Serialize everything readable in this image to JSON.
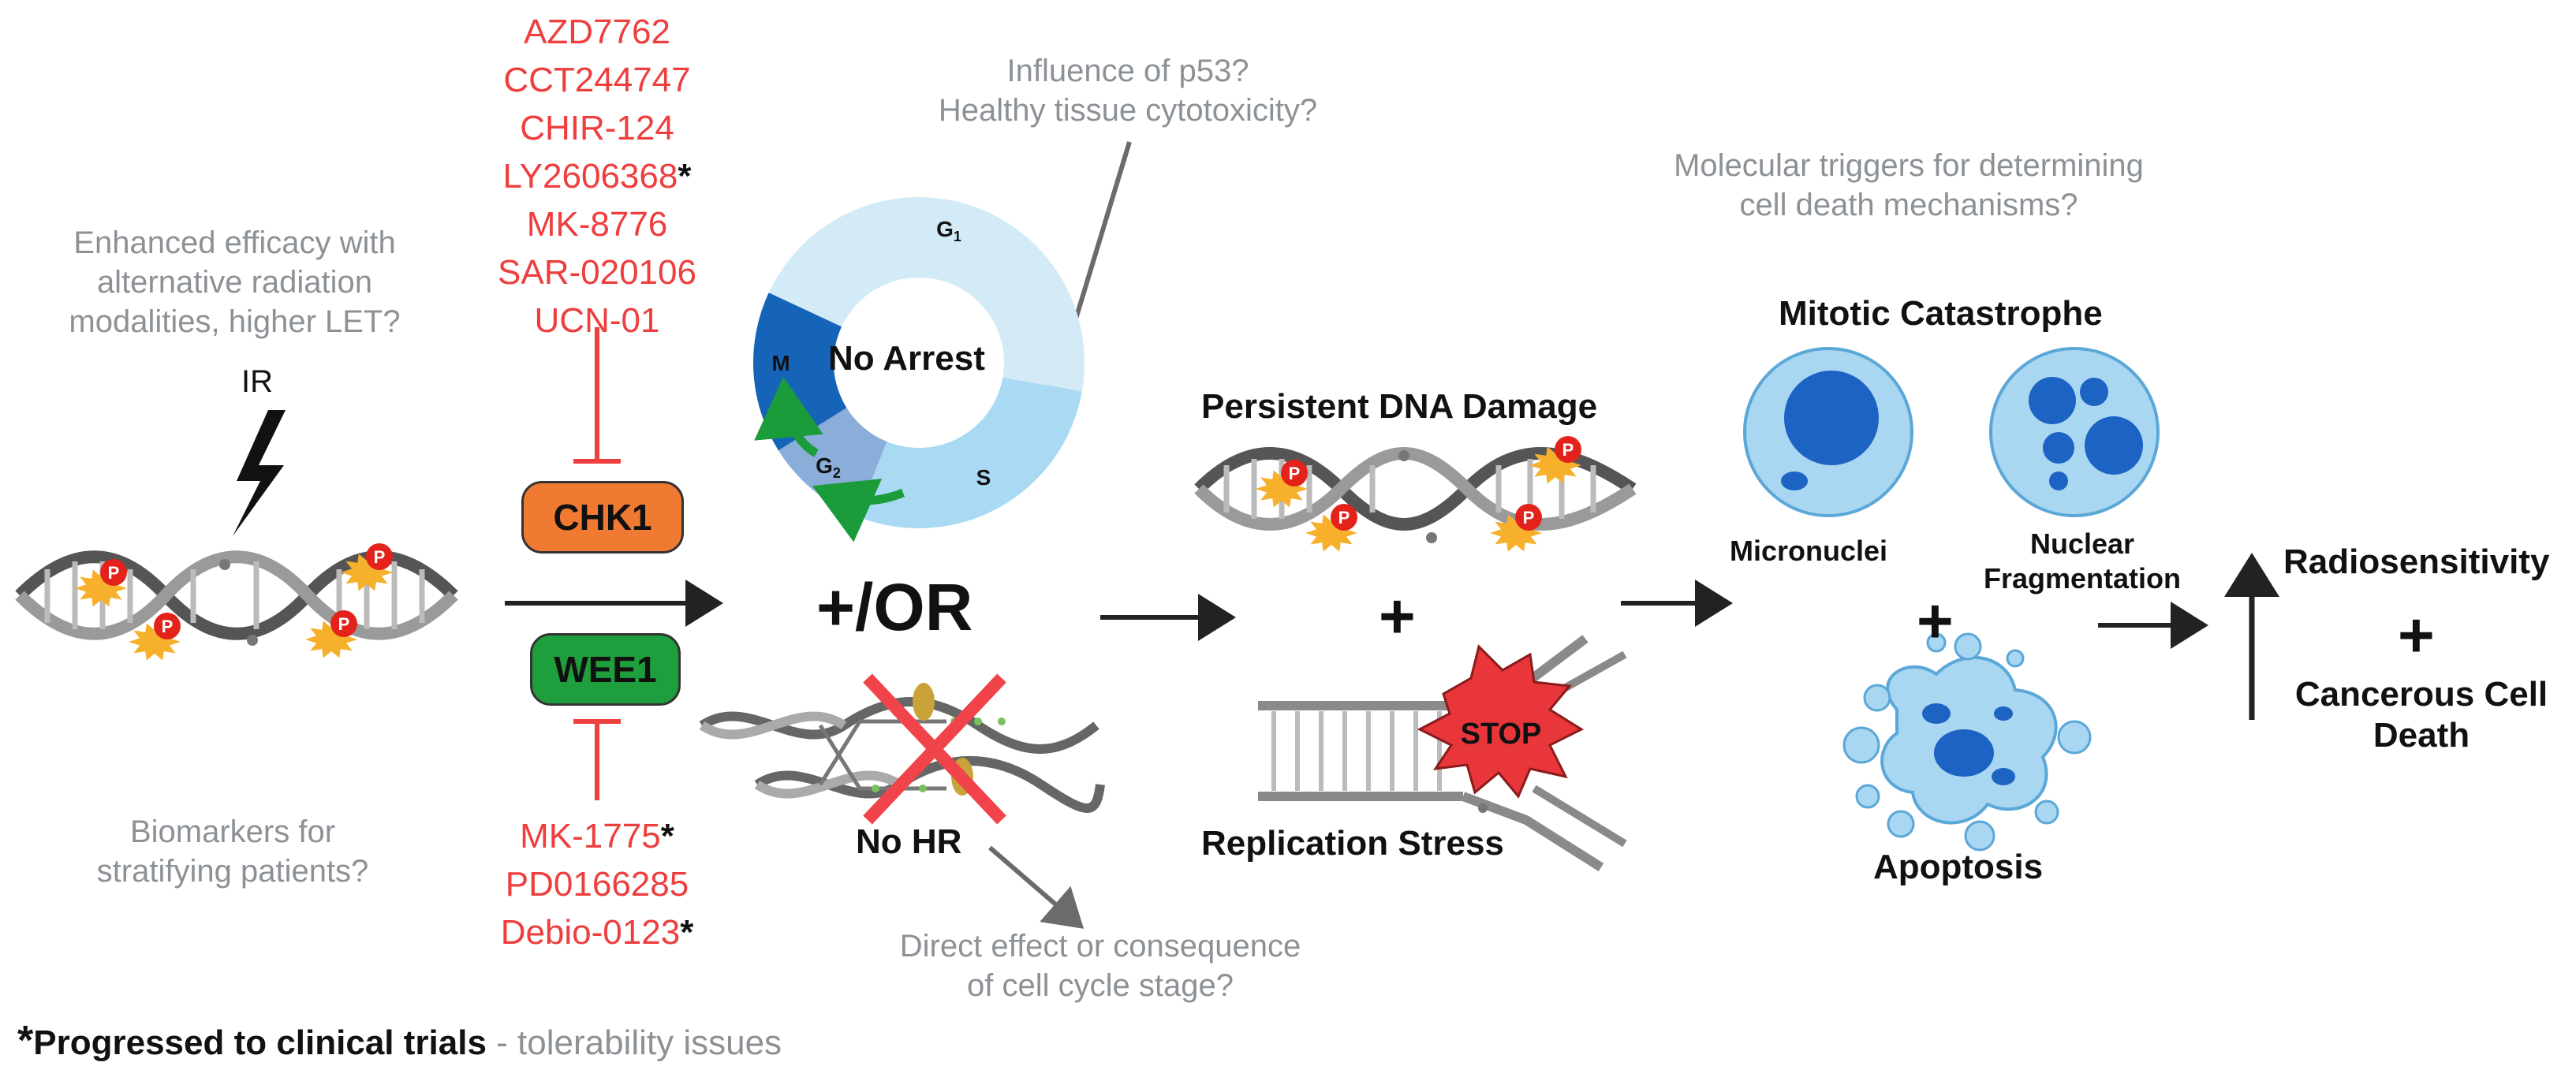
{
  "questions": {
    "radiation": [
      "Enhanced efficacy with",
      "alternative radiation",
      "modalities, higher LET?"
    ],
    "biomarkers": [
      "Biomarkers for",
      "stratifying patients?"
    ],
    "p53": [
      "Influence of p53?",
      "Healthy tissue cytotoxicity?"
    ],
    "molecular": [
      "Molecular triggers for determining",
      "cell death mechanisms?"
    ],
    "direct": [
      "Direct effect or consequence",
      "of cell cycle stage?"
    ]
  },
  "ir_label": "IR",
  "chk1": {
    "label": "CHK1",
    "color": "#f07a32",
    "inhibitors": [
      {
        "name": "AZD7762",
        "star": ""
      },
      {
        "name": "CCT244747",
        "star": ""
      },
      {
        "name": "CHIR-124",
        "star": ""
      },
      {
        "name": "LY2606368",
        "star": "*"
      },
      {
        "name": "MK-8776",
        "star": ""
      },
      {
        "name": "SAR-020106",
        "star": ""
      },
      {
        "name": "UCN-01",
        "star": ""
      }
    ]
  },
  "wee1": {
    "label": "WEE1",
    "color": "#1f9e3d",
    "inhibitors": [
      {
        "name": "MK-1775",
        "star": "*"
      },
      {
        "name": "PD0166285",
        "star": ""
      },
      {
        "name": "Debio-0123",
        "star": "*"
      }
    ]
  },
  "cell_cycle": {
    "center_label": "No Arrest",
    "phases": [
      {
        "label": "G",
        "sub": "1"
      },
      {
        "label": "S",
        "sub": ""
      },
      {
        "label": "G",
        "sub": "2"
      },
      {
        "label": "M",
        "sub": ""
      }
    ]
  },
  "and_or": "+/OR",
  "no_hr": "No HR",
  "dna_damage": "Persistent DNA Damage",
  "replication_stress": "Replication Stress",
  "stop": "STOP",
  "plus": "+",
  "phospho": "P",
  "mitotic_catastrophe": "Mitotic Catastrophe",
  "micronuclei": "Micronuclei",
  "nuclear_fragmentation": [
    "Nuclear",
    "Fragmentation"
  ],
  "apoptosis": "Apoptosis",
  "outcome": {
    "radiosensitivity": "Radiosensitivity",
    "death": [
      "Cancerous Cell",
      "Death"
    ]
  },
  "footnote": {
    "star": "*",
    "bold": "Progressed to clinical trials",
    "rest": " - tolerability issues"
  },
  "colors": {
    "question_gray": "#8c9196",
    "inhibitor_red": "#ee3e3e",
    "cell_fill": "#a9d6f0",
    "nucleus_blue": "#1c63c4",
    "stop_red": "#e8363a",
    "phospho_orange": "#f7b02c",
    "phospho_red": "#e3231b",
    "cycle_g1": "#d3ebf6",
    "cycle_s": "#a9d9f3",
    "cycle_g2": "#8aaed9",
    "cycle_m": "#1664b8"
  }
}
